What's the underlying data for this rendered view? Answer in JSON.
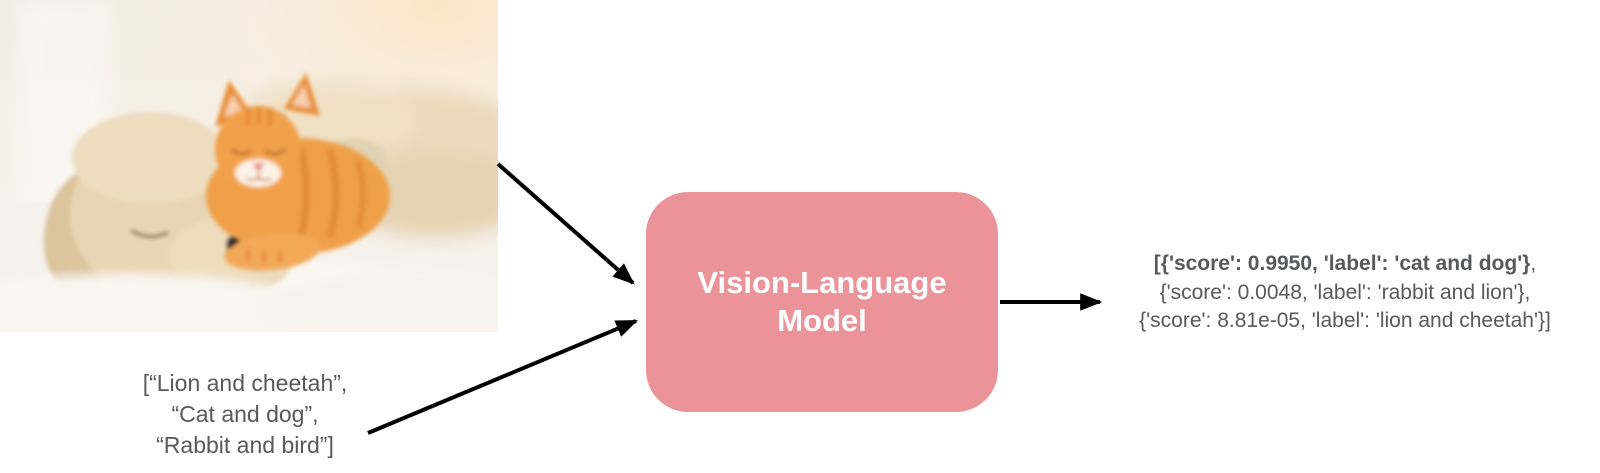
{
  "photo": {
    "alt": "Sleeping cream puppy cuddling an orange tabby kitten on a white blanket"
  },
  "input_text": {
    "lines": [
      "[“Lion and cheetah”,",
      "“Cat and dog”,",
      "“Rabbit and bird”]"
    ]
  },
  "model_box": {
    "label_line1": "Vision-Language",
    "label_line2": "Model",
    "fill": "#ea949a",
    "text_color": "#ffffff"
  },
  "output_text": {
    "line1_bold": "[{'score': 0.9950, 'label': 'cat and dog'}",
    "line1_tail": ",",
    "line2": "{'score': 0.0048, 'label': 'rabbit and lion'},",
    "line3": "{'score': 8.81e-05, 'label': 'lion and cheetah'}]"
  },
  "colors": {
    "text_gray": "#58595b",
    "arrow": "#000000",
    "box_fill": "#ea949a"
  }
}
